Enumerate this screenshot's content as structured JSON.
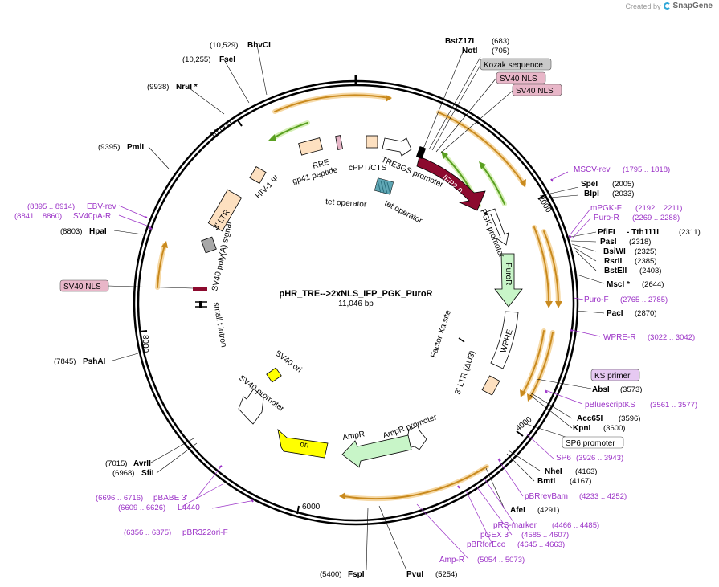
{
  "brand": {
    "prefix": "Created by",
    "name": "SnapGene"
  },
  "plasmid": {
    "name": "pHR_TRE-->2xNLS_IFP_PGK_PuroR",
    "size": "11,046 bp"
  },
  "ticks": [
    "2000",
    "4000",
    "6000",
    "8000",
    "10,000"
  ],
  "enzymes": [
    {
      "name": "BstZ17I",
      "pos": "(683)"
    },
    {
      "name": "NotI",
      "pos": "(705)"
    },
    {
      "name": "SpeI",
      "pos": "(2005)"
    },
    {
      "name": "BlpI",
      "pos": "(2033)"
    },
    {
      "name": "PflFI",
      "pos": ""
    },
    {
      "name": "- Tth111I",
      "pos": "(2311)"
    },
    {
      "name": "PasI",
      "pos": "(2318)"
    },
    {
      "name": "BsiWI",
      "pos": "(2325)"
    },
    {
      "name": "RsrII",
      "pos": "(2385)"
    },
    {
      "name": "BstEII",
      "pos": "(2403)"
    },
    {
      "name": "MscI *",
      "pos": "(2644)"
    },
    {
      "name": "PacI",
      "pos": "(2870)"
    },
    {
      "name": "AbsI",
      "pos": "(3573)"
    },
    {
      "name": "Acc65I",
      "pos": "(3596)"
    },
    {
      "name": "KpnI",
      "pos": "(3600)"
    },
    {
      "name": "NheI",
      "pos": "(4163)"
    },
    {
      "name": "BmtI",
      "pos": "(4167)"
    },
    {
      "name": "AfeI",
      "pos": "(4291)"
    },
    {
      "name": "PvuI",
      "pos": "(5254)"
    },
    {
      "name": "FspI",
      "pos": "(5400)"
    },
    {
      "name": "SfiI",
      "pos": "(6968)"
    },
    {
      "name": "AvrII",
      "pos": "(7015)"
    },
    {
      "name": "PshAI",
      "pos": "(7845)"
    },
    {
      "name": "HpaI",
      "pos": "(8803)"
    },
    {
      "name": "PmlI",
      "pos": "(9395)"
    },
    {
      "name": "NruI *",
      "pos": "(9938)"
    },
    {
      "name": "FseI",
      "pos": "(10,255)"
    },
    {
      "name": "BbvCI",
      "pos": "(10,529)"
    }
  ],
  "primers": [
    {
      "name": "MSCV-rev",
      "pos": "(1795 .. 1818)"
    },
    {
      "name": "mPGK-F",
      "pos": "(2192 .. 2211)"
    },
    {
      "name": "Puro-R",
      "pos": "(2269 .. 2288)"
    },
    {
      "name": "Puro-F",
      "pos": "(2765 .. 2785)"
    },
    {
      "name": "WPRE-R",
      "pos": "(3022 .. 3042)"
    },
    {
      "name": "pBluescriptKS",
      "pos": "(3561 .. 3577)"
    },
    {
      "name": "SP6",
      "pos": "(3926 .. 3943)"
    },
    {
      "name": "pBRrevBam",
      "pos": "(4233 .. 4252)"
    },
    {
      "name": "pRS-marker",
      "pos": "(4466 .. 4485)"
    },
    {
      "name": "pGEX 3'",
      "pos": "(4585 .. 4607)"
    },
    {
      "name": "pBRforEco",
      "pos": "(4645 .. 4663)"
    },
    {
      "name": "Amp-R",
      "pos": "(5054 .. 5073)"
    },
    {
      "name": "pBR322ori-F",
      "pos": "(6356 .. 6375)"
    },
    {
      "name": "L4440",
      "pos": "(6609 .. 6626)"
    },
    {
      "name": "pBABE 3'",
      "pos": "(6696 .. 6716)"
    },
    {
      "name": "SV40pA-R",
      "pos": "(8841 .. 8860)"
    },
    {
      "name": "EBV-rev",
      "pos": "(8895 .. 8914)"
    }
  ],
  "boxed": [
    "Kozak sequence",
    "SV40 NLS",
    "SV40 NLS",
    "KS primer",
    "SP6 promoter",
    "SV40 NLS"
  ],
  "features": [
    "TRE3GS promoter",
    "IFP2.0",
    "PGK promoter",
    "PuroR",
    "WPRE",
    "3' LTR (ΔU3)",
    "AmpR promoter",
    "AmpR",
    "ori",
    "SV40 promoter",
    "SV40 ori",
    "small t intron",
    "SV40 poly(A) signal",
    "3' LTR",
    "HIV-1 Ψ",
    "RRE",
    "gp41 peptide",
    "cPPT/CTS",
    "tet operator",
    "tet operator",
    "Factor Xa site"
  ],
  "colors": {
    "purple": "#9b32c7",
    "orange": "#c98a1e",
    "green": "#5aa021",
    "ifp": "#8c0a2e",
    "puror": "#c8f5c8",
    "yellow": "#ffff00",
    "peach": "#fde0c0",
    "nls": "#e8b6c8",
    "kozak": "#c9c9c9",
    "tet": "#5fa6b4"
  }
}
